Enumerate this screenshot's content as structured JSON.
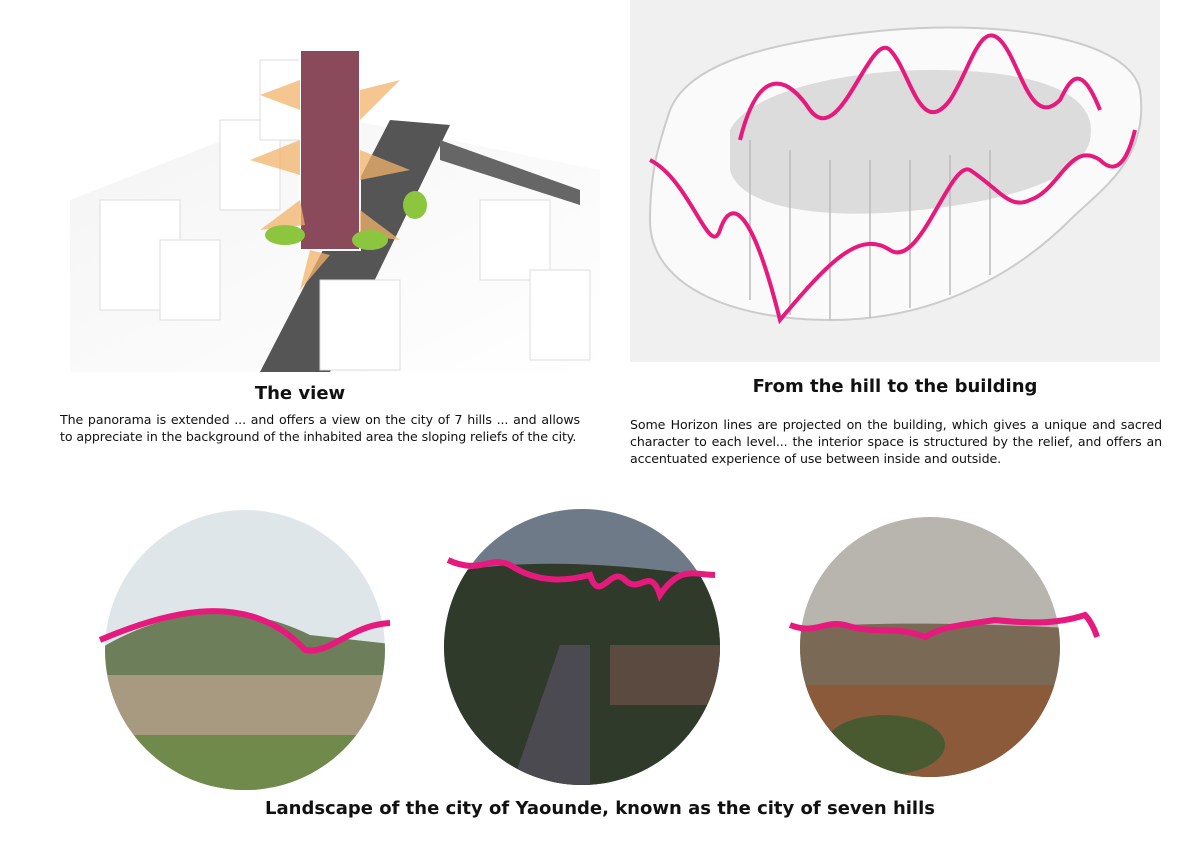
{
  "left_section": {
    "title": "The view",
    "text": "The panorama is extended ... and offers a view on the city of 7 hills ... and allows to appreciate in the background of the inhabited area the sloping reliefs of the city."
  },
  "right_section": {
    "title": "From the hill to the building",
    "text": "Some Horizon lines are projected on the building, which gives a unique and sacred character to each level... the interior space is structured by the relief, and offers an accentuated experience of use between inside and outside."
  },
  "caption": "Landscape of the city of Yaounde, known as the city of seven hills",
  "colors": {
    "accent": "#e6197d",
    "tower": "#8a4a5c",
    "arrows": "#f2b36a",
    "green": "#8cc63f"
  }
}
